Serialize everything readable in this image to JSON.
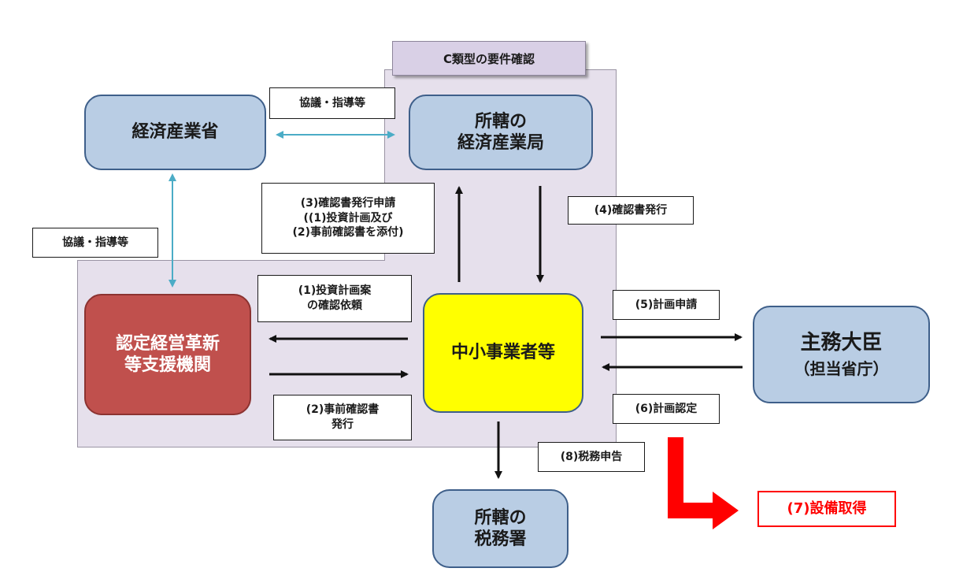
{
  "header": {
    "title": "C類型の要件確認"
  },
  "nodes": {
    "meti": "経済産業省",
    "regional_bureau": "所轄の\n経済産業局",
    "support_org": "認定経営革新\n等支援機関",
    "sme": "中小事業者等",
    "minister_title": "主務大臣",
    "minister_sub": "（担当省庁）",
    "tax_office": "所轄の\n税務署"
  },
  "labels": {
    "consult_top": "協議・指導等",
    "consult_left": "協議・指導等",
    "step3": "(3)確認書発行申請\n((1)投資計画及び\n(2)事前確認書を添付)",
    "step4": "(4)確認書発行",
    "step1": "(1)投資計画案\nの確認依頼",
    "step2": "(2)事前確認書\n発行",
    "step5": "(5)計画申請",
    "step6": "(6)計画認定",
    "step8": "(8)税務申告",
    "step7": "(7)設備取得"
  },
  "colors": {
    "region_fill": "#e6e0ec",
    "blue_box": "#b9cde4",
    "red_box": "#c0504d",
    "yellow_box": "#ffff00",
    "connector_blue": "#4bacc6",
    "big_arrow": "#ff0000",
    "accent_text": "#ff0000"
  }
}
